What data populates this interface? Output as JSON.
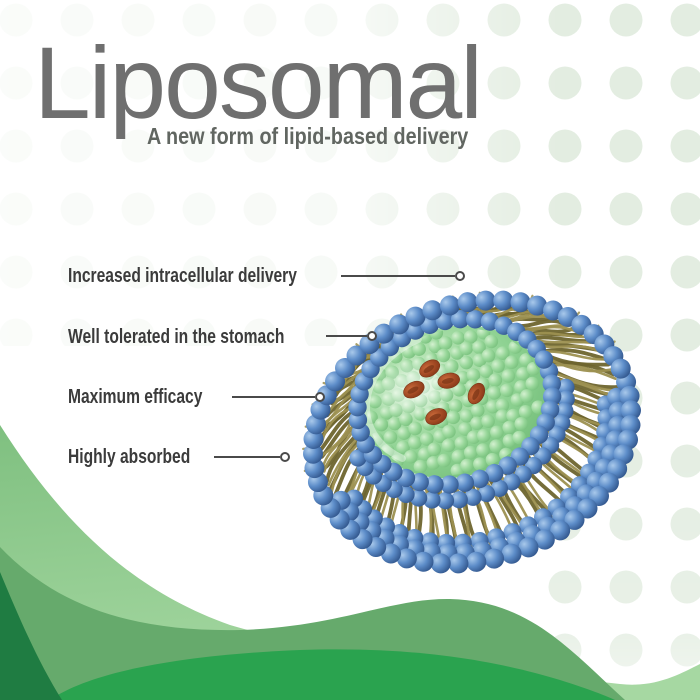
{
  "header": {
    "title": "Liposomal",
    "subtitle": "A new form of lipid-based delivery"
  },
  "callouts": [
    {
      "label": "Increased intracellular delivery"
    },
    {
      "label": "Well tolerated in the stomach"
    },
    {
      "label": "Maximum efficacy"
    },
    {
      "label": "Highly absorbed"
    }
  ],
  "figure": {
    "name": "liposome-3d-cross-section",
    "payload_particles": 5
  },
  "colors": {
    "title": "#6f6f6f",
    "subtitle": "#616661",
    "label": "#3b3b3b",
    "leader_line": "#4a4a4a",
    "dot": "#e3ede1",
    "waves": {
      "light_top": "#7fc080",
      "light_bottom": "#a6d8a2",
      "medium": "#66aa6c",
      "bright": "#2aa34f",
      "dark": "#1f7c42"
    },
    "liposome": {
      "blue_hi": "#a9c9eb",
      "blue_mid": "#5d8dc9",
      "blue_dark": "#27497e",
      "olive_dark": "#6e652e",
      "olive_light": "#9c9050",
      "core_light": "#c9ecc4",
      "core_mid": "#8ed292",
      "core_dark": "#6fba75",
      "bubble_hi": "#d4f1d0",
      "bubble_mid": "#96d698",
      "bubble_dark": "#74bd79",
      "red_hi": "#c96a3a",
      "red_mid": "#a34a24",
      "red_dark": "#7d3314"
    }
  }
}
